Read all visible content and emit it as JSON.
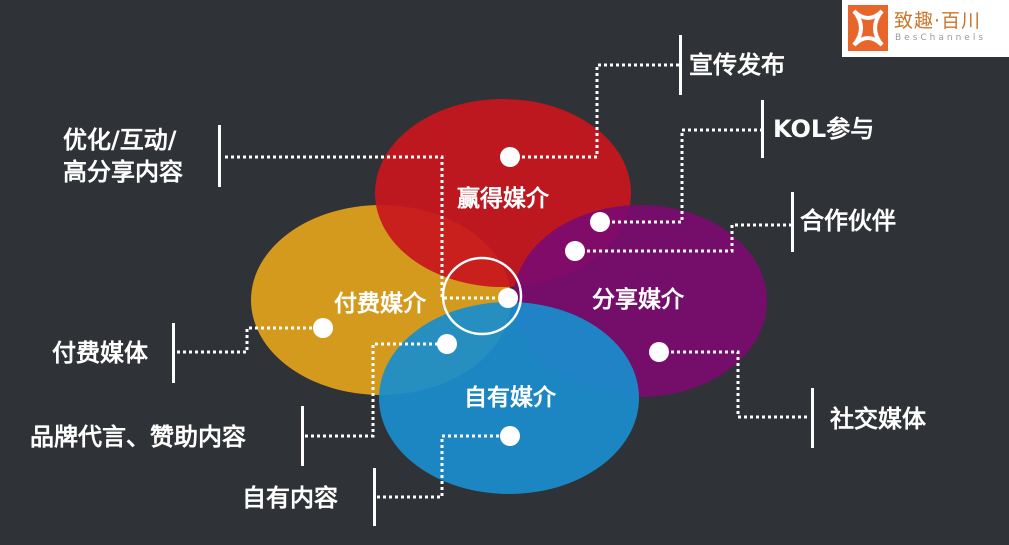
{
  "logo": {
    "title": "致趣·百川",
    "subtitle": "BesChannels"
  },
  "diagram": {
    "circles": {
      "earned": {
        "label": "赢得媒介",
        "color": "#c8161d"
      },
      "shared": {
        "label": "分享媒介",
        "color": "#7b0b6e"
      },
      "paid": {
        "label": "付费媒介",
        "color": "#e0a21c"
      },
      "owned": {
        "label": "自有媒介",
        "color": "#1a8dcc"
      }
    },
    "labels": {
      "publicity": "宣传发布",
      "kol": "KOL参与",
      "partners": "合作伙伴",
      "optimize_line1": "优化/互动/",
      "optimize_line2": "高分享内容",
      "paid_media": "付费媒体",
      "sponsorship": "品牌代言、赞助内容",
      "owned_content": "自有内容",
      "social_media": "社交媒体"
    }
  }
}
